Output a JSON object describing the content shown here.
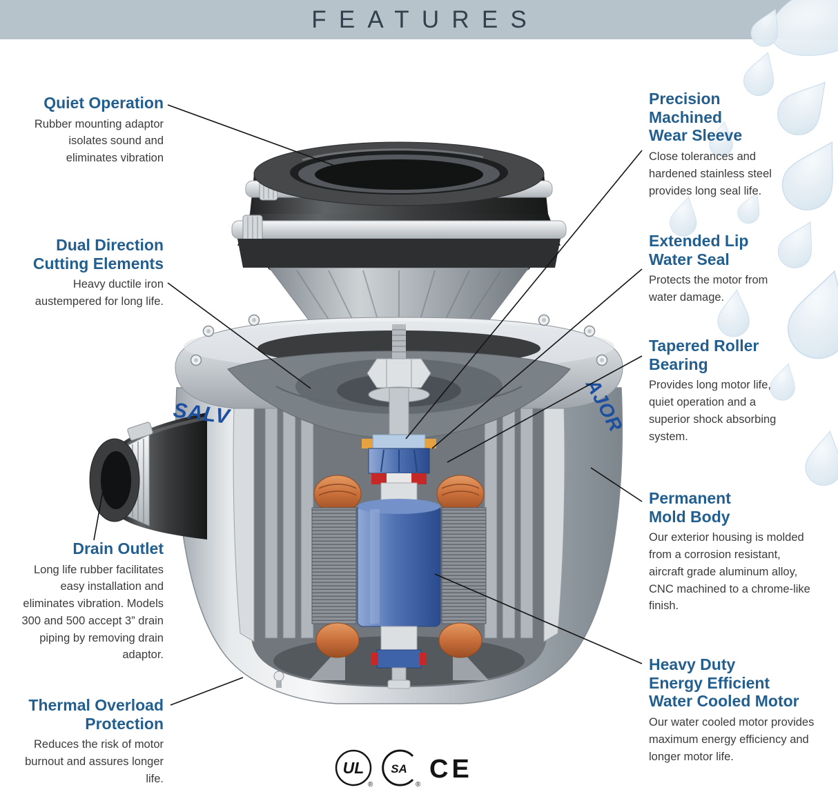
{
  "header": {
    "title": "FEATURES"
  },
  "callouts_left": [
    {
      "title": "Quiet Operation",
      "body": "Rubber mounting adaptor isolates sound and eliminates vibration"
    },
    {
      "title": "Dual Direction\nCutting Elements",
      "body": "Heavy ductile iron austempered for long life."
    },
    {
      "title": "Drain Outlet",
      "body": "Long life rubber facilitates easy installation and eliminates vibration. Models 300 and 500 accept 3” drain piping by removing drain adaptor."
    },
    {
      "title": "Thermal Overload\nProtection",
      "body": "Reduces the risk of motor burnout and assures longer life."
    }
  ],
  "callouts_right": [
    {
      "title": "Precision\nMachined\nWear Sleeve",
      "body": "Close tolerances and hardened stainless steel provides long seal life."
    },
    {
      "title": "Extended Lip\nWater Seal",
      "body": "Protects the motor from water damage."
    },
    {
      "title": "Tapered Roller\nBearing",
      "body": "Provides long motor life, quiet operation and a superior shock absorbing system."
    },
    {
      "title": "Permanent\nMold Body",
      "body": "Our exterior housing is molded from a corrosion resistant, aircraft grade aluminum alloy, CNC machined to a chrome-like finish."
    },
    {
      "title": "Heavy Duty\nEnergy Efficient\nWater Cooled Motor",
      "body": "Our water cooled motor provides maximum energy efficiency and longer motor life."
    }
  ],
  "illustration": {
    "subject": "cutaway food waste disposer",
    "brand_left": "SALV",
    "brand_right": "AJOR"
  },
  "certifications": [
    {
      "name": "ul-icon",
      "label": "UL",
      "reg": "®"
    },
    {
      "name": "csa-icon",
      "label": "SA",
      "reg": "®"
    },
    {
      "name": "ce-icon",
      "label": "CE"
    }
  ],
  "colors": {
    "banner_bg": "#b7c3cb",
    "banner_text": "#31404c",
    "heading_blue": "#235f8e",
    "body_text": "#3b3b3b",
    "callout_line": "#141414",
    "brand_blue": "#1d4fa0",
    "motor_blue": "#4a6cb0",
    "copper": "#c96f3b",
    "rubber_dark": "#3a3c3d",
    "droplet_blue": "#dce8f0"
  }
}
